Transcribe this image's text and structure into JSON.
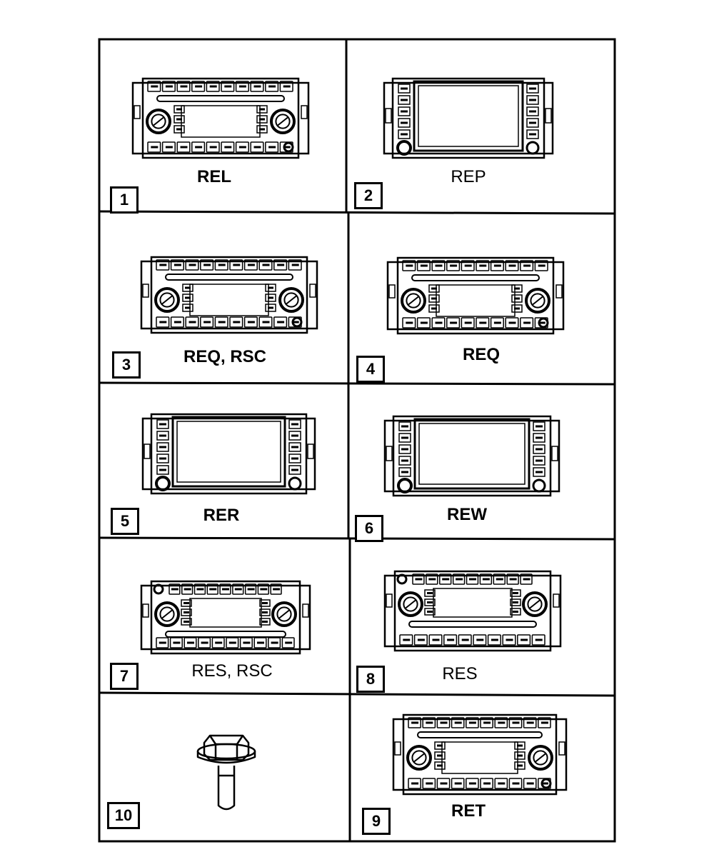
{
  "cells": [
    {
      "id": "1",
      "code": "REL",
      "type": "radio-cd"
    },
    {
      "id": "2",
      "code": "REP",
      "type": "radio-screen"
    },
    {
      "id": "3",
      "code": "REQ, RSC",
      "type": "radio-cd"
    },
    {
      "id": "4",
      "code": "REQ",
      "type": "radio-cd"
    },
    {
      "id": "5",
      "code": "RER",
      "type": "radio-screen"
    },
    {
      "id": "6",
      "code": "REW",
      "type": "radio-screen"
    },
    {
      "id": "7",
      "code": "RES, RSC",
      "type": "radio-bottom"
    },
    {
      "id": "8",
      "code": "RES",
      "type": "radio-bottom"
    },
    {
      "id": "10",
      "code": "",
      "type": "bolt"
    },
    {
      "id": "9",
      "code": "RET",
      "type": "radio-cd"
    }
  ],
  "colors": {
    "line": "#000000",
    "background": "#ffffff"
  }
}
